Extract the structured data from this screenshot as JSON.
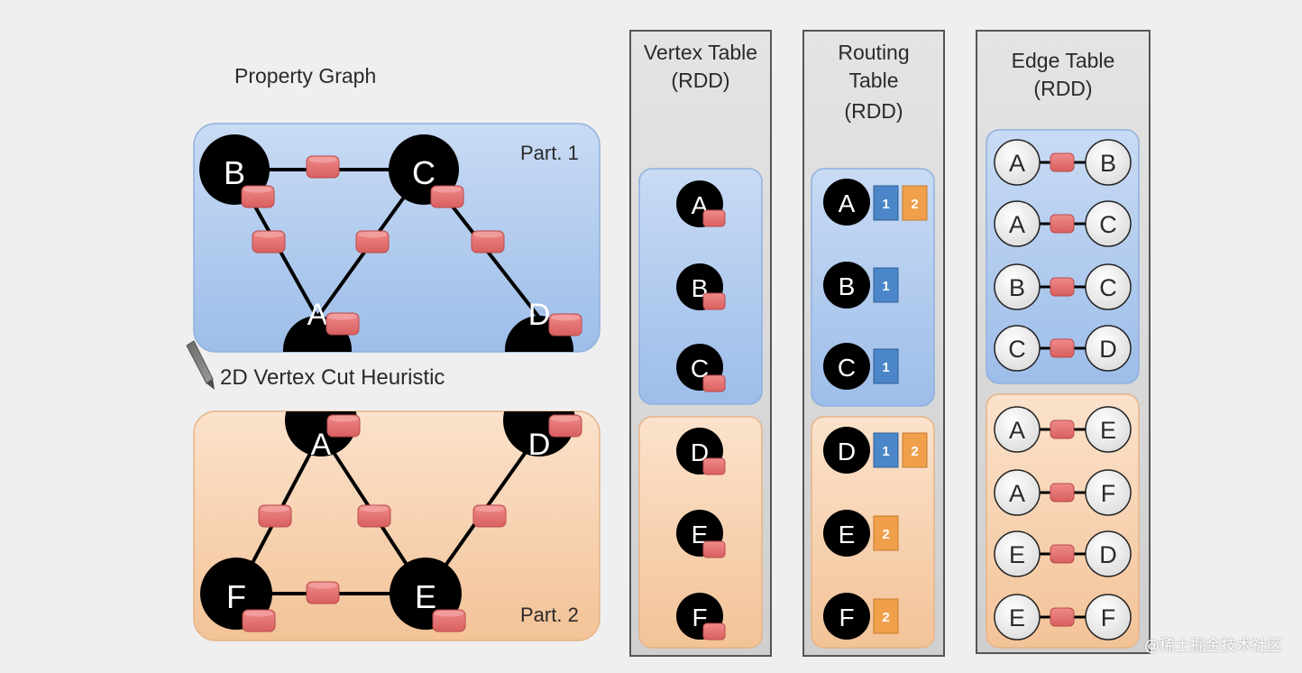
{
  "graph": {
    "title": "Property Graph",
    "part1_label": "Part. 1",
    "part2_label": "Part. 2",
    "heuristic_label": "2D Vertex Cut Heuristic",
    "part1_vertices": [
      "B",
      "C",
      "A",
      "D"
    ],
    "part2_vertices": [
      "A",
      "D",
      "F",
      "E"
    ]
  },
  "vertex_table": {
    "title": [
      "Vertex Table",
      "(RDD)"
    ],
    "part1": [
      "A",
      "B",
      "C"
    ],
    "part2": [
      "D",
      "E",
      "F"
    ]
  },
  "routing_table": {
    "title": [
      "Routing",
      "Table",
      "(RDD)"
    ],
    "part1": [
      {
        "vertex": "A",
        "parts": [
          "1",
          "2"
        ]
      },
      {
        "vertex": "B",
        "parts": [
          "1"
        ]
      },
      {
        "vertex": "C",
        "parts": [
          "1"
        ]
      }
    ],
    "part2": [
      {
        "vertex": "D",
        "parts": [
          "1",
          "2"
        ]
      },
      {
        "vertex": "E",
        "parts": [
          "2"
        ]
      },
      {
        "vertex": "F",
        "parts": [
          "2"
        ]
      }
    ]
  },
  "edge_table": {
    "title": [
      "Edge Table",
      "(RDD)"
    ],
    "part1": [
      [
        "A",
        "B"
      ],
      [
        "A",
        "C"
      ],
      [
        "B",
        "C"
      ],
      [
        "C",
        "D"
      ]
    ],
    "part2": [
      [
        "A",
        "E"
      ],
      [
        "A",
        "F"
      ],
      [
        "E",
        "D"
      ],
      [
        "E",
        "F"
      ]
    ]
  },
  "colors": {
    "part1_fill": "#a9c6ee",
    "part2_fill": "#f5c9a0",
    "vertex": "#000000",
    "property": "#e27171",
    "part1_badge": "#4a86c8",
    "part2_badge": "#f0a04b"
  },
  "watermark": "@稀土掘金技术社区"
}
